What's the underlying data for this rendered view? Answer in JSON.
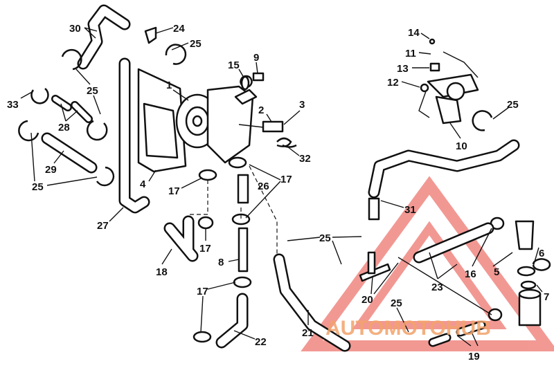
{
  "title": "Fuel pump and hose assembly exploded parts diagram",
  "labels": [
    "30",
    "24",
    "25",
    "15",
    "9",
    "1",
    "3",
    "2",
    "33",
    "25",
    "28",
    "32",
    "29",
    "25",
    "4",
    "17",
    "26",
    "17",
    "27",
    "17",
    "8",
    "18",
    "25",
    "21",
    "22",
    "17",
    "14",
    "11",
    "13",
    "12",
    "25",
    "10",
    "31",
    "6",
    "5",
    "16",
    "23",
    "7",
    "20",
    "25",
    "19"
  ],
  "watermark": "AUTOMOTOHUB",
  "colors": {
    "watermark_red": "#e8453c",
    "watermark_orange": "#f2a36b",
    "line": "#111111"
  }
}
